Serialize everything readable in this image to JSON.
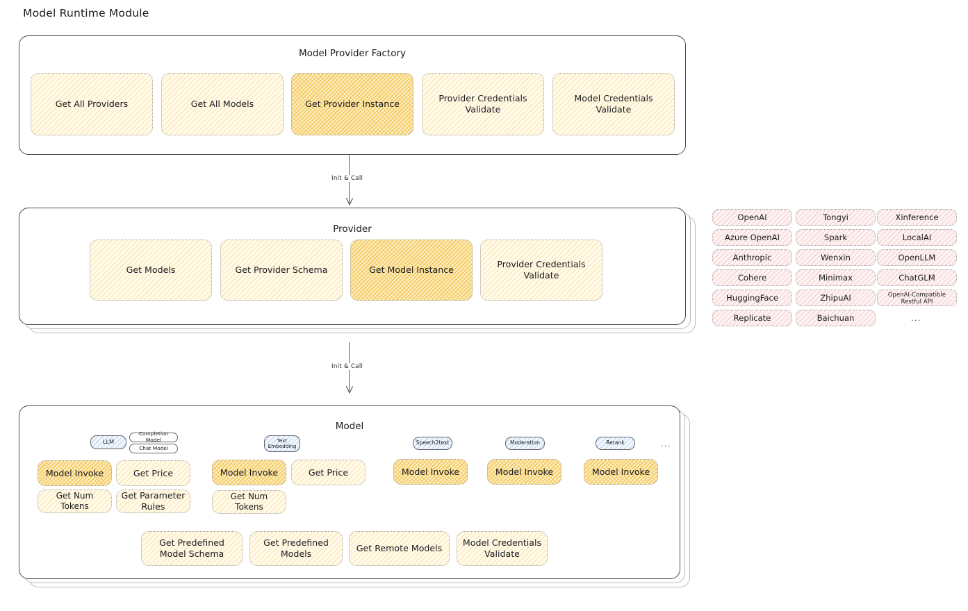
{
  "page": {
    "title": "Model Runtime Module"
  },
  "factory": {
    "title": "Model Provider Factory",
    "nodes": [
      {
        "label": "Get All Providers",
        "highlight": false
      },
      {
        "label": "Get All Models",
        "highlight": false
      },
      {
        "label": "Get Provider Instance",
        "highlight": true
      },
      {
        "label": "Provider Credentials Validate",
        "highlight": false
      },
      {
        "label": "Model Credentials Validate",
        "highlight": false
      }
    ]
  },
  "connectors": [
    {
      "label": "Init & Call"
    },
    {
      "label": "Init & Call"
    }
  ],
  "provider": {
    "title": "Provider",
    "nodes": [
      {
        "label": "Get Models",
        "highlight": false
      },
      {
        "label": "Get Provider Schema",
        "highlight": false
      },
      {
        "label": "Get Model Instance",
        "highlight": true
      },
      {
        "label": "Provider Credentials Validate",
        "highlight": false
      }
    ]
  },
  "provider_list": {
    "columns": [
      [
        "OpenAI",
        "Azure OpenAI",
        "Anthropic",
        "Cohere",
        "HuggingFace",
        "Replicate"
      ],
      [
        "Tongyi",
        "Spark",
        "Wenxin",
        "Minimax",
        "ZhipuAI",
        "Baichuan"
      ],
      [
        "Xinference",
        "LocalAI",
        "OpenLLM",
        "ChatGLM",
        "OpenAI-Compatible Restful API"
      ]
    ],
    "more": "..."
  },
  "model": {
    "title": "Model",
    "more": "...",
    "types": [
      {
        "badge": "LLM",
        "sub_badges": [
          "Completion Model",
          "Chat Model"
        ],
        "methods": [
          {
            "label": "Model Invoke",
            "highlight": true
          },
          {
            "label": "Get Price",
            "highlight": false
          },
          {
            "label": "Get Num Tokens",
            "highlight": false
          },
          {
            "label": "Get Parameter Rules",
            "highlight": false
          }
        ]
      },
      {
        "badge": "Text Embedding",
        "sub_badges": [],
        "methods": [
          {
            "label": "Model Invoke",
            "highlight": true
          },
          {
            "label": "Get Price",
            "highlight": false
          },
          {
            "label": "Get Num Tokens",
            "highlight": false
          }
        ]
      },
      {
        "badge": "Speech2text",
        "sub_badges": [],
        "methods": [
          {
            "label": "Model Invoke",
            "highlight": true
          }
        ]
      },
      {
        "badge": "Moderation",
        "sub_badges": [],
        "methods": [
          {
            "label": "Model Invoke",
            "highlight": true
          }
        ]
      },
      {
        "badge": "Rerank",
        "sub_badges": [],
        "methods": [
          {
            "label": "Model Invoke",
            "highlight": true
          }
        ]
      }
    ],
    "common_methods": [
      {
        "label": "Get Predefined Model Schema"
      },
      {
        "label": "Get Predefined Models"
      },
      {
        "label": "Get Remote Models"
      },
      {
        "label": "Model Credentials Validate"
      }
    ]
  },
  "colors": {
    "ink": "#1b1b1f",
    "panel_stroke": "#4a4a52",
    "node_fill_yellow": "#fffaec",
    "node_fill_yellow_strong": "#fdeec4",
    "provider_fill_pink": "#fdf3f3",
    "badge_fill_blue": "#f1f7fd"
  }
}
